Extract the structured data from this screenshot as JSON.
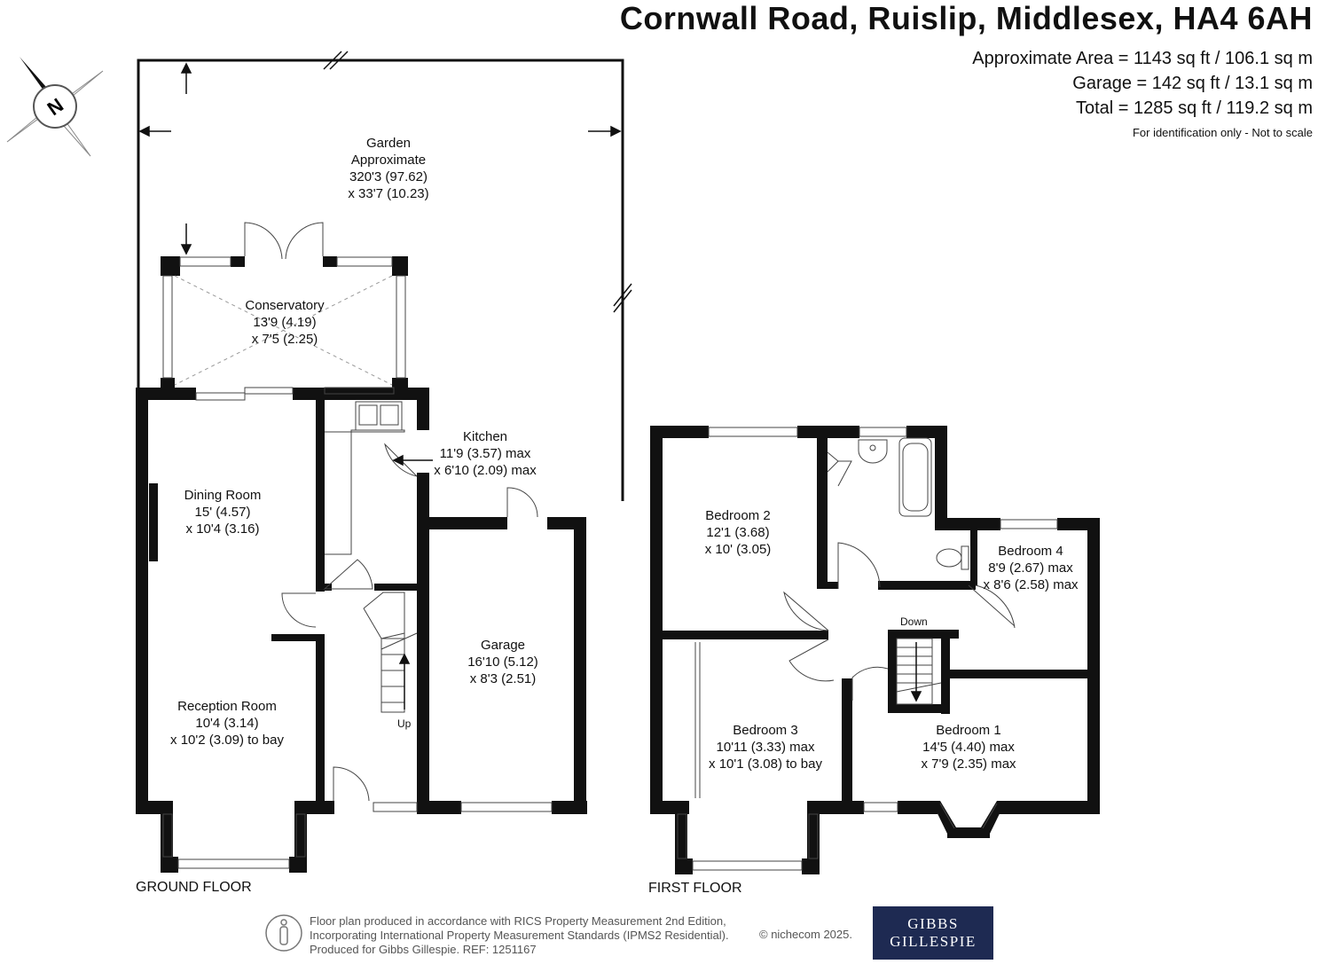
{
  "header": {
    "title": "Cornwall Road, Ruislip, Middlesex, HA4 6AH",
    "area_lines": [
      "Approximate Area = 1143 sq ft / 106.1 sq m",
      "Garage = 142 sq ft / 13.1 sq m",
      "Total = 1285 sq ft / 119.2 sq m"
    ],
    "disclaimer": "For identification only - Not to scale"
  },
  "compass": {
    "letter": "N",
    "icon": "compass-icon"
  },
  "ground_floor": {
    "label": "GROUND FLOOR",
    "garden": {
      "name": "Garden",
      "line1": "Approximate",
      "line2": "320'3 (97.62)",
      "line3": "x 33'7 (10.23)"
    },
    "conservatory": {
      "name": "Conservatory",
      "line1": "13'9 (4.19)",
      "line2": "x 7'5 (2.25)"
    },
    "kitchen": {
      "name": "Kitchen",
      "line1": "11'9 (3.57) max",
      "line2": "x 6'10 (2.09) max"
    },
    "dining": {
      "name": "Dining Room",
      "line1": "15' (4.57)",
      "line2": "x 10'4 (3.16)"
    },
    "reception": {
      "name": "Reception Room",
      "line1": "10'4 (3.14)",
      "line2": "x 10'2 (3.09) to bay"
    },
    "garage": {
      "name": "Garage",
      "line1": "16'10 (5.12)",
      "line2": "x 8'3 (2.51)"
    },
    "stairs_label": "Up"
  },
  "first_floor": {
    "label": "FIRST FLOOR",
    "bedroom1": {
      "name": "Bedroom 1",
      "line1": "14'5 (4.40) max",
      "line2": "x 7'9 (2.35) max"
    },
    "bedroom2": {
      "name": "Bedroom 2",
      "line1": "12'1 (3.68)",
      "line2": "x 10' (3.05)"
    },
    "bedroom3": {
      "name": "Bedroom 3",
      "line1": "10'11 (3.33) max",
      "line2": "x 10'1 (3.08) to bay"
    },
    "bedroom4": {
      "name": "Bedroom 4",
      "line1": "8'9 (2.67) max",
      "line2": "x 8'6 (2.58) max"
    },
    "stairs_label": "Down"
  },
  "footer": {
    "line1": "Floor plan produced in accordance with RICS Property Measurement 2nd Edition,",
    "line2": "Incorporating International Property Measurement Standards (IPMS2 Residential).",
    "line3": "Produced for Gibbs Gillespie.   REF:  1251167",
    "copyright": "© nichecom 2025.",
    "logo_line1": "GIBBS",
    "logo_line2": "GILLESPIE",
    "logo_color": "#1e2a52"
  }
}
